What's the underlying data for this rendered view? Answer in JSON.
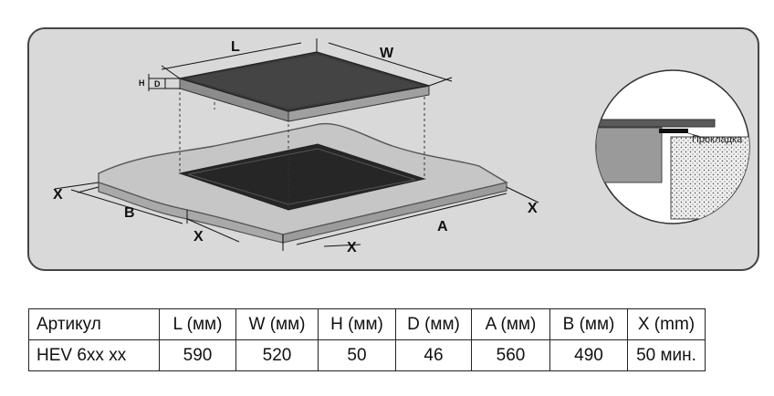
{
  "diagram": {
    "labels": {
      "length": "L",
      "width": "W",
      "height": "H",
      "depth": "D",
      "cutout_a": "A",
      "cutout_b": "B",
      "clearance_left": "X",
      "clearance_front_left": "X",
      "clearance_front": "X",
      "clearance_right": "X"
    },
    "detail": {
      "gasket_label": "Прокладка"
    }
  },
  "table": {
    "headers": [
      "Артикул",
      "L (мм)",
      "W (мм)",
      "H (мм)",
      "D (мм)",
      "A (мм)",
      "B (мм)",
      "X (mm)"
    ],
    "rows": [
      [
        "HEV 6xx xx",
        "590",
        "520",
        "50",
        "46",
        "560",
        "490",
        "50 мин."
      ]
    ]
  },
  "colors": {
    "hob_top": "#3a3a3a",
    "hob_edge": "#8a8a8a",
    "countertop": "#c4c4c4",
    "cutout": "#262626",
    "frame": "#444444"
  }
}
